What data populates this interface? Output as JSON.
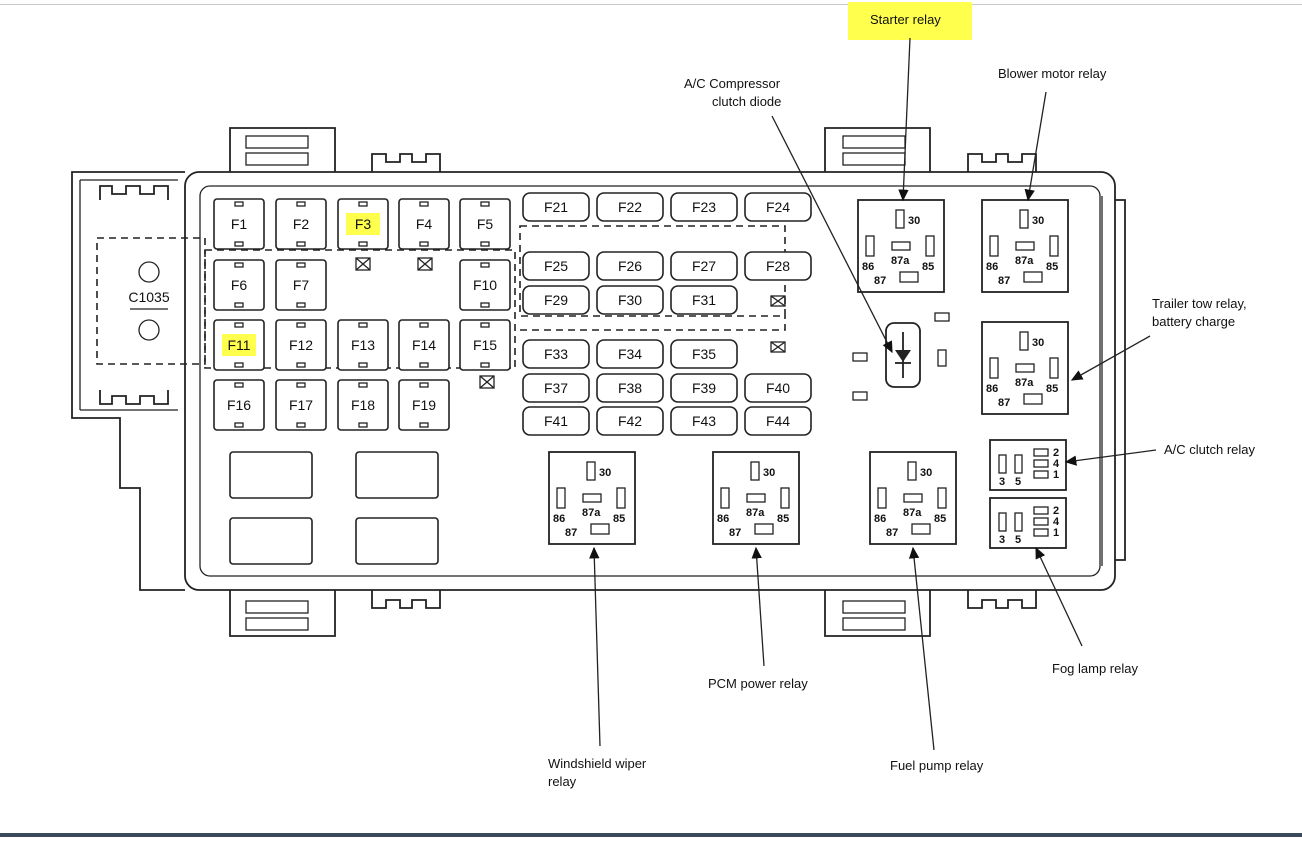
{
  "connector": {
    "label": "C1035"
  },
  "fuses": [
    {
      "id": "F1"
    },
    {
      "id": "F2"
    },
    {
      "id": "F3",
      "highlight": true
    },
    {
      "id": "F4"
    },
    {
      "id": "F5"
    },
    {
      "id": "F6"
    },
    {
      "id": "F7"
    },
    {
      "id": "F10"
    },
    {
      "id": "F11",
      "highlight": true
    },
    {
      "id": "F12"
    },
    {
      "id": "F13"
    },
    {
      "id": "F14"
    },
    {
      "id": "F15"
    },
    {
      "id": "F16"
    },
    {
      "id": "F17"
    },
    {
      "id": "F18"
    },
    {
      "id": "F19"
    },
    {
      "id": "F21"
    },
    {
      "id": "F22"
    },
    {
      "id": "F23"
    },
    {
      "id": "F24"
    },
    {
      "id": "F25"
    },
    {
      "id": "F26"
    },
    {
      "id": "F27"
    },
    {
      "id": "F28"
    },
    {
      "id": "F29"
    },
    {
      "id": "F30"
    },
    {
      "id": "F31"
    },
    {
      "id": "F33"
    },
    {
      "id": "F34"
    },
    {
      "id": "F35"
    },
    {
      "id": "F37"
    },
    {
      "id": "F38"
    },
    {
      "id": "F39"
    },
    {
      "id": "F40"
    },
    {
      "id": "F41"
    },
    {
      "id": "F42"
    },
    {
      "id": "F43"
    },
    {
      "id": "F44"
    }
  ],
  "relay_pins": {
    "p30": "30",
    "p86": "86",
    "p87a": "87a",
    "p85": "85",
    "p87": "87"
  },
  "mini_relay_pins": {
    "p2": "2",
    "p4": "4",
    "p1": "1",
    "p3": "3",
    "p5": "5"
  },
  "callouts": {
    "starter_relay": "Starter relay",
    "blower_motor_relay": "Blower motor relay",
    "ac_compressor_diode_l1": "A/C Compressor",
    "ac_compressor_diode_l2": "clutch diode",
    "trailer_tow_relay_l1": "Trailer tow relay,",
    "trailer_tow_relay_l2": "battery charge",
    "ac_clutch_relay": "A/C clutch relay",
    "fog_lamp_relay": "Fog lamp relay",
    "pcm_power_relay": "PCM power relay",
    "windshield_wiper_relay_l1": "Windshield wiper",
    "windshield_wiper_relay_l2": "relay",
    "fuel_pump_relay": "Fuel pump relay"
  },
  "highlight_color": "#ffff4d"
}
